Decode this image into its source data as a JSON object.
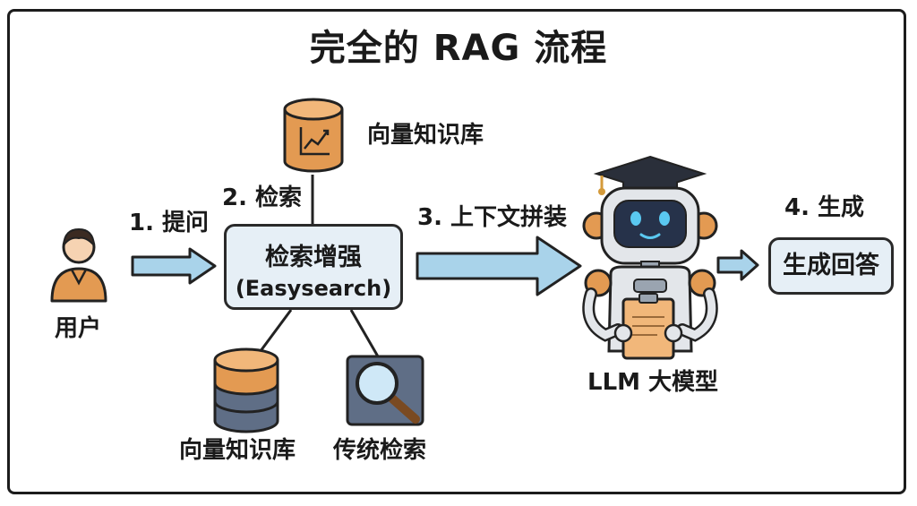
{
  "title": "完全的 RAG 流程",
  "user": {
    "label": "用户"
  },
  "steps": {
    "ask": "1. 提问",
    "retrieve": "2. 检索",
    "assemble": "3. 上下文拼装",
    "generate": "4. 生成"
  },
  "retrieval_box": {
    "line1": "检索增强",
    "line2": "(Easysearch)"
  },
  "sources": {
    "top": "向量知识库",
    "bottom_left": "向量知识库",
    "bottom_right": "传统检索"
  },
  "llm": {
    "label": "LLM 大模型"
  },
  "answer_box": {
    "label": "生成回答"
  },
  "colors": {
    "arrow_fill": "#a9d3ea",
    "box_fill": "#e6eff6",
    "accent_orange": "#e39a52",
    "database_slate": "#5f6e86",
    "outline": "#222222"
  }
}
